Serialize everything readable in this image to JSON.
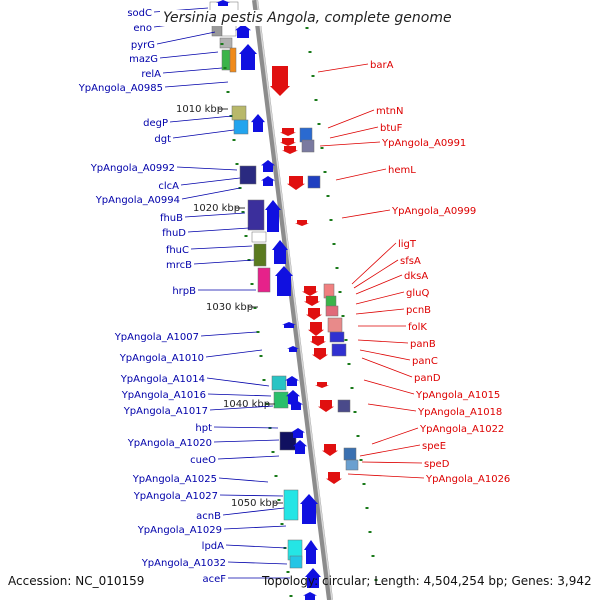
{
  "title": "Yersinia pestis Angola, complete genome",
  "accession": "Accession: NC_010159",
  "topology": "Topology: circular; Length: 4,504,254 bp; Genes: 3,942",
  "colors": {
    "backbone": "#8c8c8c",
    "left_label": "#0000aa",
    "right_label": "#dd0000",
    "forward_arrow": "#1010e0",
    "reverse_arrow": "#e01010",
    "tick": "#1a7a1a"
  },
  "scale_marks": [
    "1010 kbp",
    "1020 kbp",
    "1030 kbp",
    "1040 kbp",
    "1050 kbp"
  ],
  "left_genes": [
    "sodC",
    "eno",
    "pyrG",
    "mazG",
    "relA",
    "YpAngola_A0985",
    "degP",
    "dgt",
    "YpAngola_A0992",
    "clcA",
    "YpAngola_A0994",
    "fhuB",
    "fhuD",
    "fhuC",
    "mrcB",
    "hrpB",
    "YpAngola_A1007",
    "YpAngola_A1010",
    "YpAngola_A1014",
    "YpAngola_A1016",
    "YpAngola_A1017",
    "hpt",
    "YpAngola_A1020",
    "cueO",
    "YpAngola_A1025",
    "YpAngola_A1027",
    "acnB",
    "YpAngola_A1029",
    "lpdA",
    "YpAngola_A1032",
    "aceF"
  ],
  "right_genes": [
    "barA",
    "mtnN",
    "btuF",
    "YpAngola_A0991",
    "hemL",
    "YpAngola_A0999",
    "ligT",
    "sfsA",
    "dksA",
    "gluQ",
    "pcnB",
    "folK",
    "panB",
    "panC",
    "panD",
    "YpAngola_A1015",
    "YpAngola_A1018",
    "YpAngola_A1022",
    "speE",
    "speD",
    "YpAngola_A1026"
  ]
}
